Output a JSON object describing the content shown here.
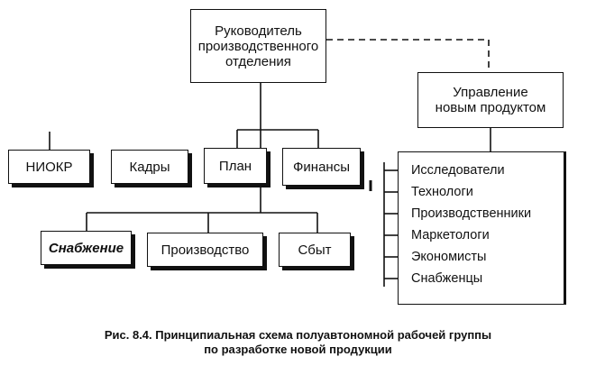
{
  "diagram": {
    "head": "Руководитель\nпроизводственного\nотделения",
    "new_product": "Управление\nновым продуктом",
    "row1": [
      "НИОКР",
      "Кадры",
      "План",
      "Финансы"
    ],
    "row2": [
      "Снабжение",
      "Производство",
      "Сбыт"
    ],
    "group_members": [
      "Исследователи",
      "Технологи",
      "Производственники",
      "Маркетологи",
      "Экономисты",
      "Снабженцы"
    ]
  },
  "caption": {
    "line1": "Рис. 8.4.  Принципиальная схема полуавтономной рабочей группы",
    "line2": "по разработке новой продукции"
  }
}
